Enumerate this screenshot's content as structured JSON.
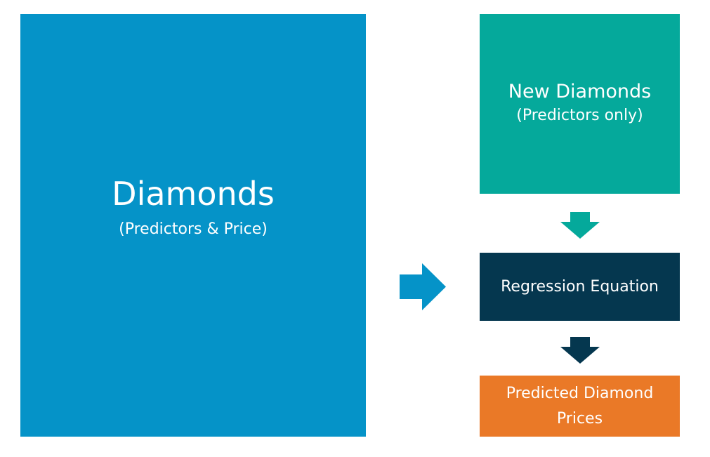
{
  "colors": {
    "diamonds": "#0593c8",
    "new_diamonds": "#05a99b",
    "regression": "#05374f",
    "predicted": "#ea7927",
    "arrow_blue": "#0593c8",
    "arrow_teal": "#05a99b",
    "arrow_navy": "#05374f"
  },
  "diamonds": {
    "title": "Diamonds",
    "subtitle": "(Predictors & Price)"
  },
  "new_diamonds": {
    "title": "New Diamonds",
    "subtitle": "(Predictors only)"
  },
  "regression": {
    "title": "Regression Equation"
  },
  "predicted": {
    "title": "Predicted Diamond Prices"
  },
  "icons": {
    "right_arrow": "arrow-right-icon",
    "down_arrow_1": "arrow-down-icon",
    "down_arrow_2": "arrow-down-icon"
  }
}
